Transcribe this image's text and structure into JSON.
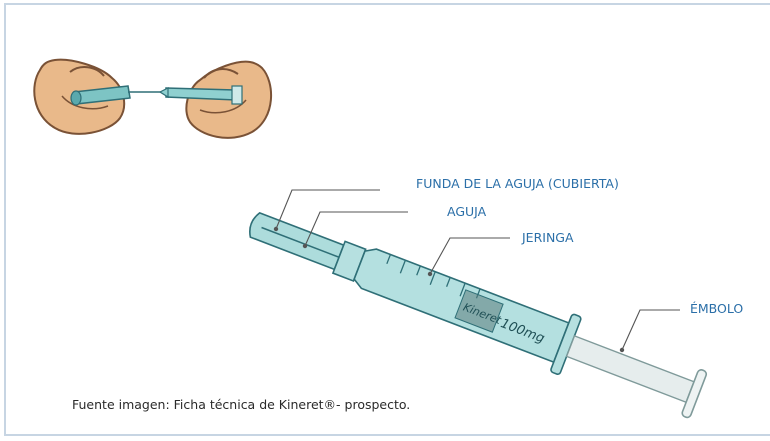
{
  "labels": {
    "needle_cover": "FUNDA DE LA AGUJA (CUBIERTA)",
    "needle": "AGUJA",
    "syringe": "JERINGA",
    "plunger": "ÉMBOLO"
  },
  "syringe_print": {
    "brand": "Kineret",
    "dose": "100mg"
  },
  "caption": "Fuente imagen: Ficha técnica de Kineret®- prospecto.",
  "colors": {
    "label_blue": "#2b6fa8",
    "frame_border": "#c7d5e3",
    "syringe_teal": "#8fcfcf",
    "skin": "#e9b98a"
  }
}
